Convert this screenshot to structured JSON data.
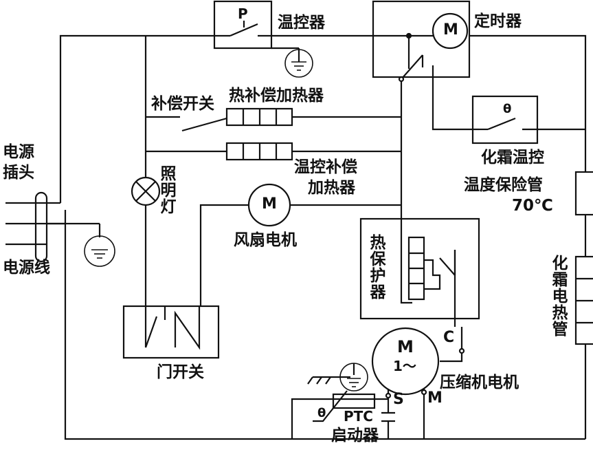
{
  "labels": {
    "thermostat": "温控器",
    "timer": "定时器",
    "comp_switch": "补偿开关",
    "comp_heater": "热补偿加热器",
    "thermo_comp_heater_1": "温控补偿",
    "thermo_comp_heater_2": "加热器",
    "power_plug_1": "电源",
    "power_plug_2": "插头",
    "power_cord": "电源线",
    "lamp": "照明灯",
    "fan_motor": "风扇电机",
    "defrost_thermostat": "化霜温控",
    "temp_fuse": "温度保险管",
    "temp_fuse_rating": "70℃",
    "defrost_heater": "化霜电热管",
    "thermal_protector": "热保护器",
    "door_switch": "门开关",
    "compressor_motor": "压缩机电机",
    "ptc_starter": "启动器"
  },
  "symbols": {
    "thermostat_p": "P",
    "timer_m": "M",
    "fan_m": "M",
    "compressor_m": "M",
    "compressor_phase": "1～",
    "defrost_theta": "θ",
    "ptc_theta": "θ",
    "ptc_text": "PTC",
    "terminal_c": "C",
    "terminal_s": "S",
    "terminal_m": "M"
  }
}
